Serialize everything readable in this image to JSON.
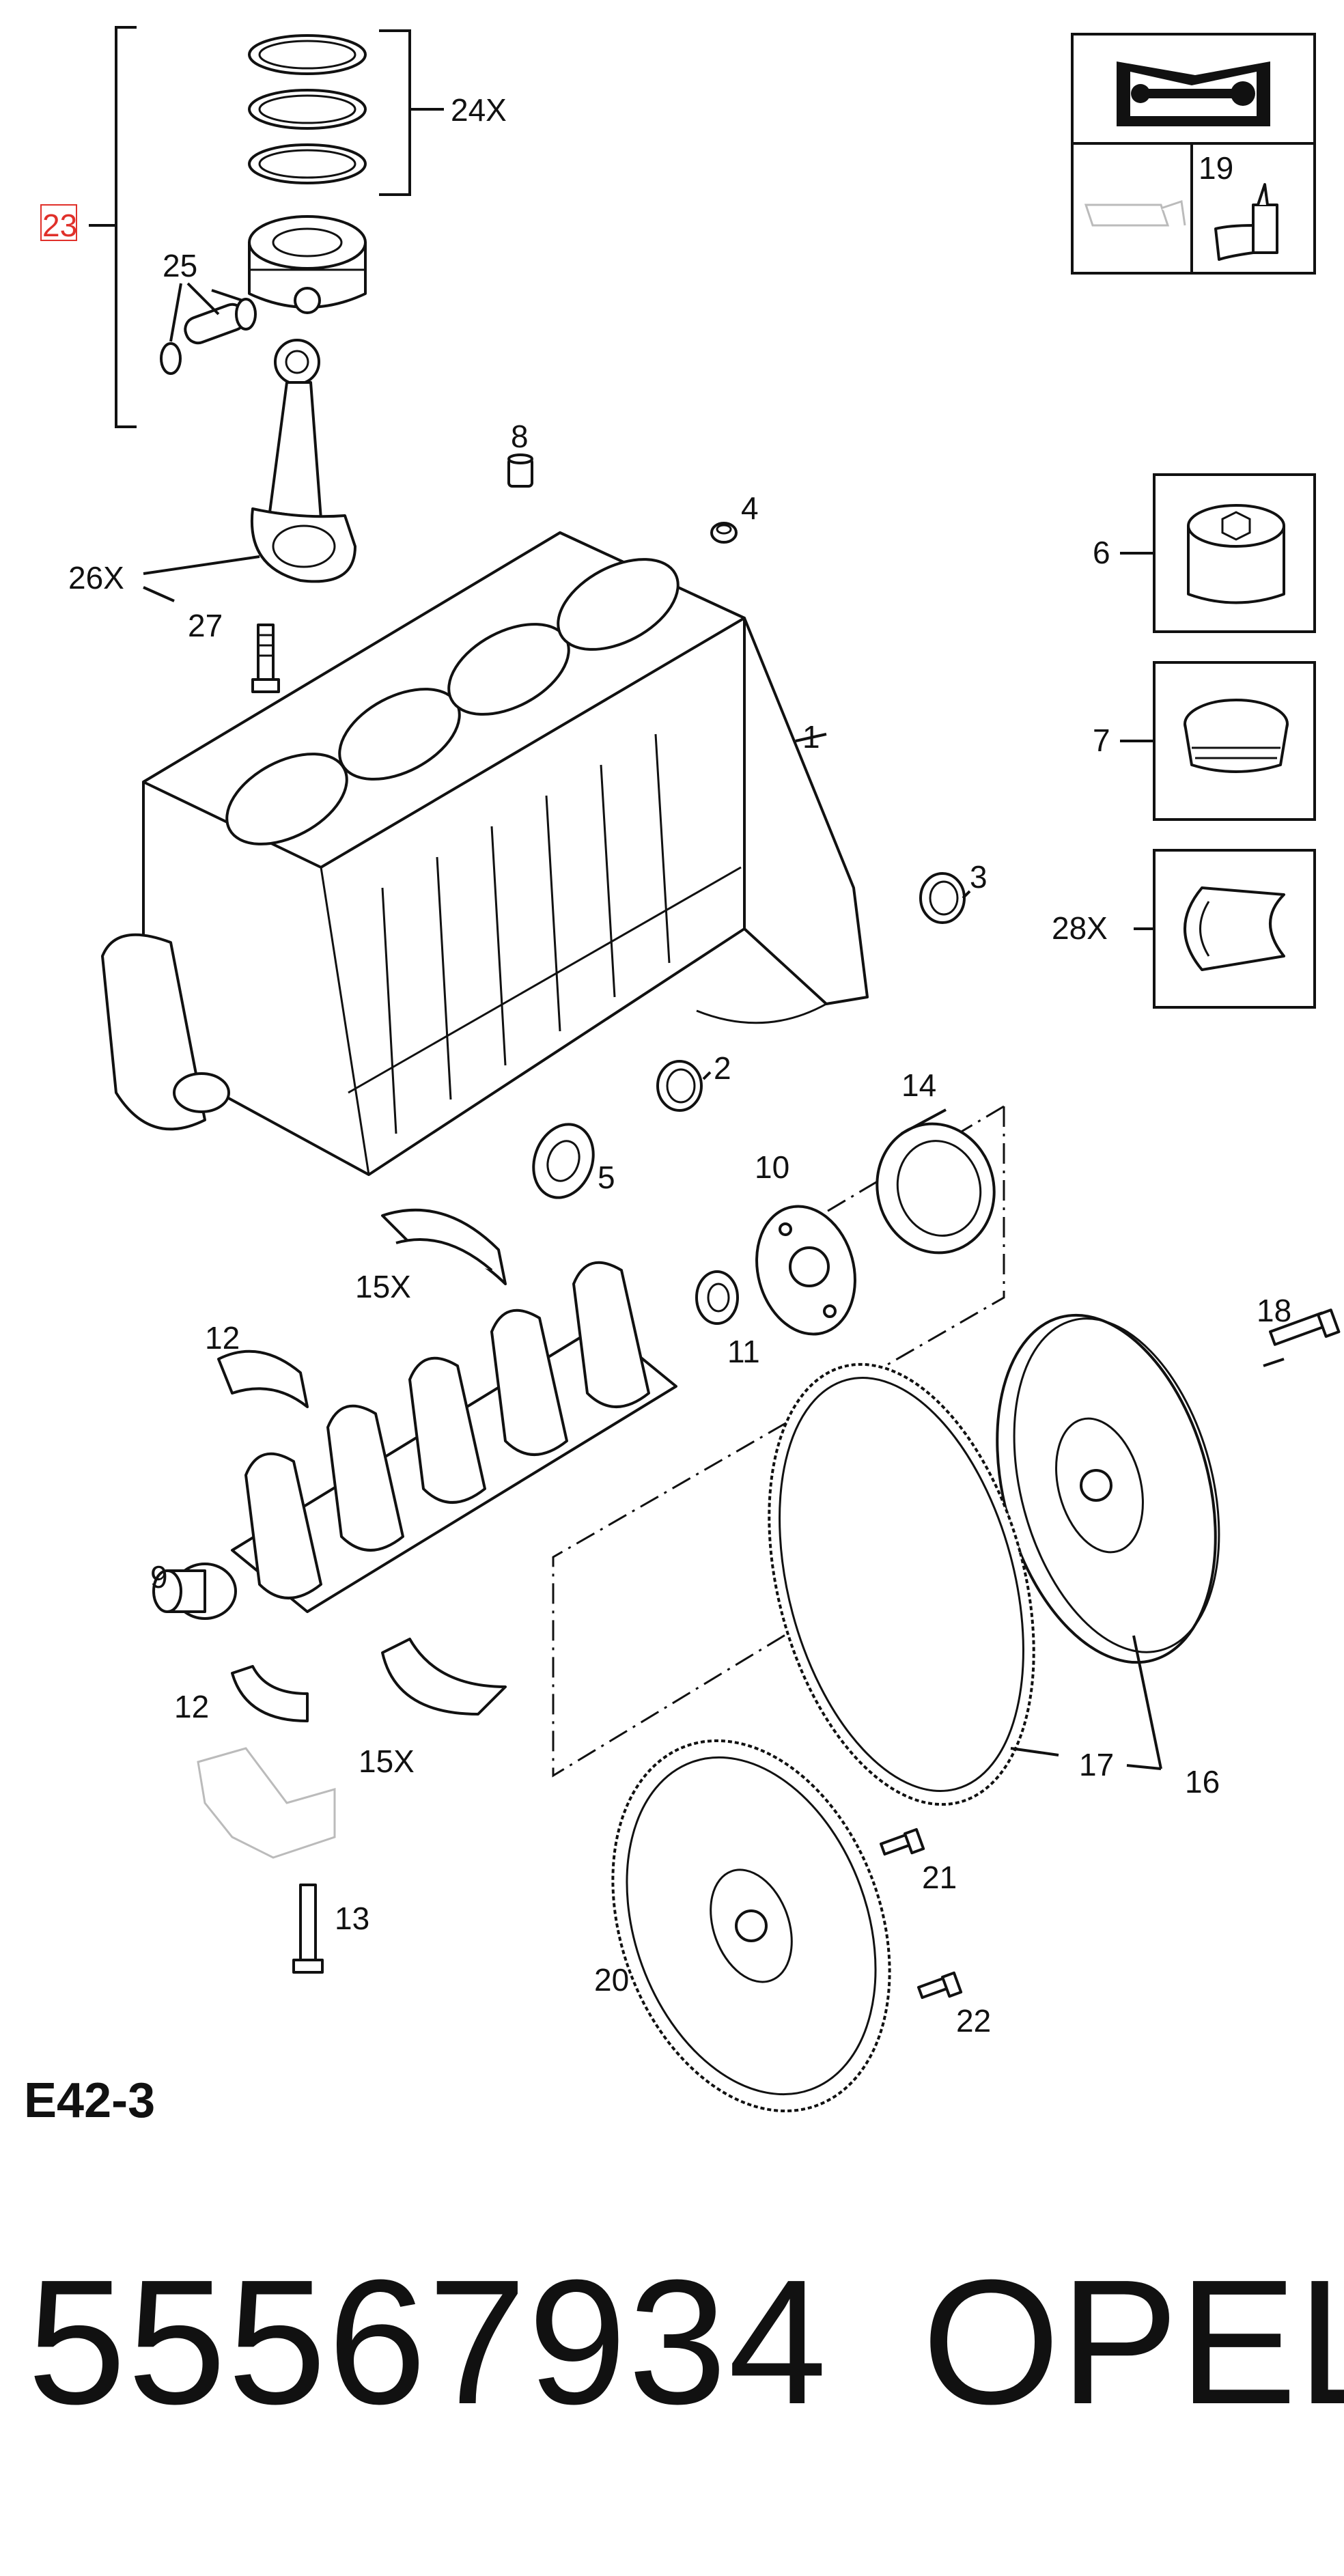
{
  "callouts": {
    "c1": "1",
    "c2": "2",
    "c3": "3",
    "c4": "4",
    "c5": "5",
    "c6": "6",
    "c7": "7",
    "c8": "8",
    "c9": "9",
    "c10": "10",
    "c11": "11",
    "c12a": "12",
    "c12b": "12",
    "c13": "13",
    "c14": "14",
    "c15a": "15X",
    "c15b": "15X",
    "c16": "16",
    "c17": "17",
    "c18": "18",
    "c19": "19",
    "c20": "20",
    "c21": "21",
    "c22": "22",
    "c23": "23",
    "c24": "24X",
    "c25": "25",
    "c26": "26X",
    "c27": "27",
    "c28": "28X"
  },
  "diagram_code": "E42-3",
  "part_number": "55567934",
  "brand": "OPEL",
  "colors": {
    "highlight": "#e0302a",
    "ink": "#111111",
    "ghost": "#bbbbbb"
  },
  "icons": [
    "manual-wrench-icon",
    "oil-can-icon",
    "sealant-bottle-icon"
  ]
}
